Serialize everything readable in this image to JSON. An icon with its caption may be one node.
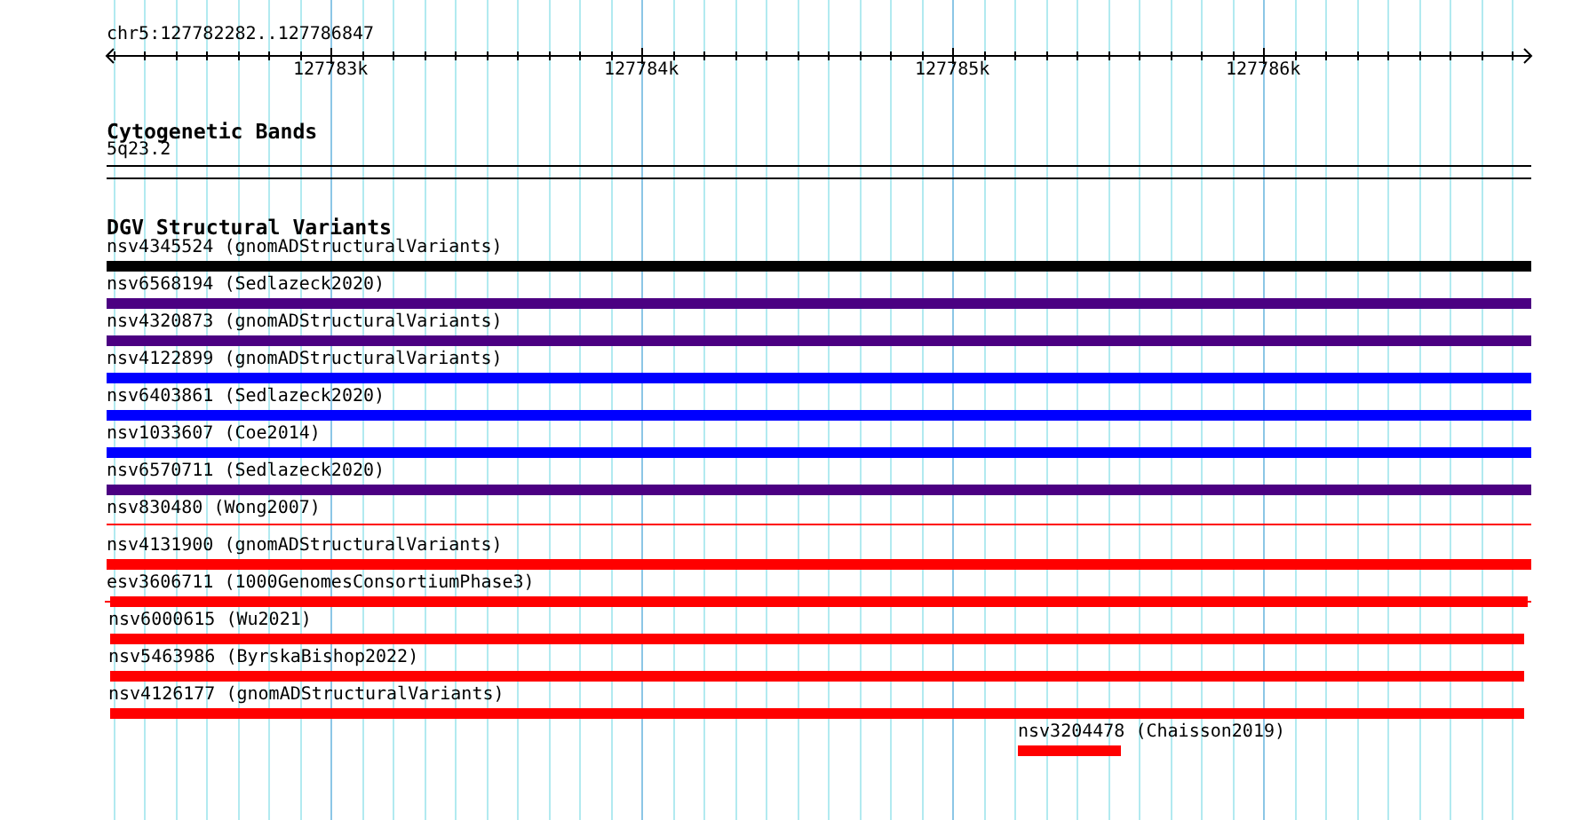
{
  "diagram": {
    "nodes": [
      {
        "text": [
          "5q23.2"
        ]
      },
      {
        "text": [
          "nsv4345524 (gnomADStructuralVariants)"
        ]
      },
      {
        "text": [
          "nsv6568194 (Sedlazeck2020)"
        ]
      },
      {
        "text": [
          "nsv4320873 (gnomADStructuralVariants)"
        ]
      },
      {
        "text": [
          "nsv4122899 (gnomADStructuralVariants)"
        ]
      },
      {
        "text": [
          "nsv6403861 (Sedlazeck2020)"
        ]
      },
      {
        "text": [
          "nsv1033607 (Coe2014)"
        ]
      },
      {
        "text": [
          "nsv6570711 (Sedlazeck2020)"
        ]
      },
      {
        "text": [
          "nsv830480 (Wong2007)"
        ]
      },
      {
        "text": [
          "nsv4131900 (gnomADStructuralVariants)"
        ]
      },
      {
        "text": [
          "esv3606711 (1000GenomesConsortiumPhase3)"
        ]
      },
      {
        "text": [
          "nsv6000615 (Wu2021)"
        ]
      },
      {
        "text": [
          "nsv5463986 (ByrskaBishop2022)"
        ]
      },
      {
        "text": [
          "nsv4126177 (gnomADStructuralVariants)"
        ]
      },
      {
        "text": [
          "nsv3204478 (Chaisson2019)"
        ]
      }
    ],
    "labels": [
      "chr5:127782282..127786847",
      "127783k",
      "127784k",
      "127785k",
      "127786k",
      "Cytogenetic Bands",
      "DGV Structural Variants"
    ]
  }
}
